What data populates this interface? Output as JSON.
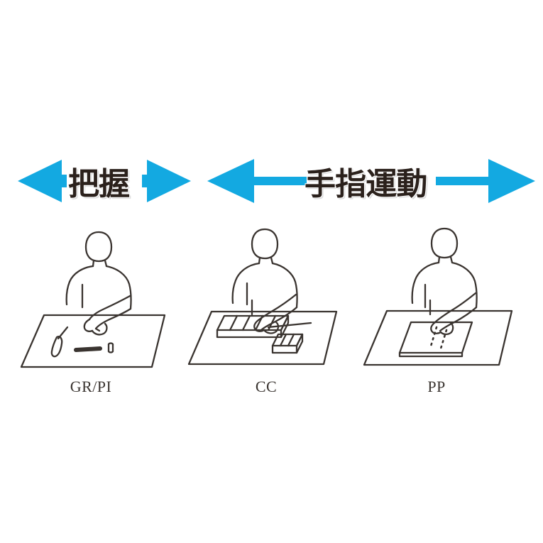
{
  "figure": {
    "background_color": "#ffffff",
    "accent_color": "#13A9E1",
    "ink_color": "#3a3430"
  },
  "arrows": {
    "grip": {
      "label": "把握",
      "left_arrow_name": "left-arrow",
      "right_arrow_name": "right-arrow",
      "style": "short double-headed arrow around label"
    },
    "finger": {
      "label": "手指運動",
      "left_arrow_name": "left-arrow",
      "right_arrow_name": "right-arrow",
      "style": "long double-headed arrow with shafts spanning all three tasks"
    }
  },
  "tasks": [
    {
      "caption": "GR/PI",
      "illustration": "person-at-table-grasping-small-objects",
      "objects": [
        "pin",
        "bar",
        "small-cylinder"
      ]
    },
    {
      "caption": "CC",
      "illustration": "person-at-table-moving-blocks-in-tray",
      "objects": [
        "block-tray",
        "cubes"
      ]
    },
    {
      "caption": "PP",
      "illustration": "person-at-table-writing-on-sheet",
      "objects": [
        "paper-sheet",
        "pen-trace"
      ]
    }
  ]
}
